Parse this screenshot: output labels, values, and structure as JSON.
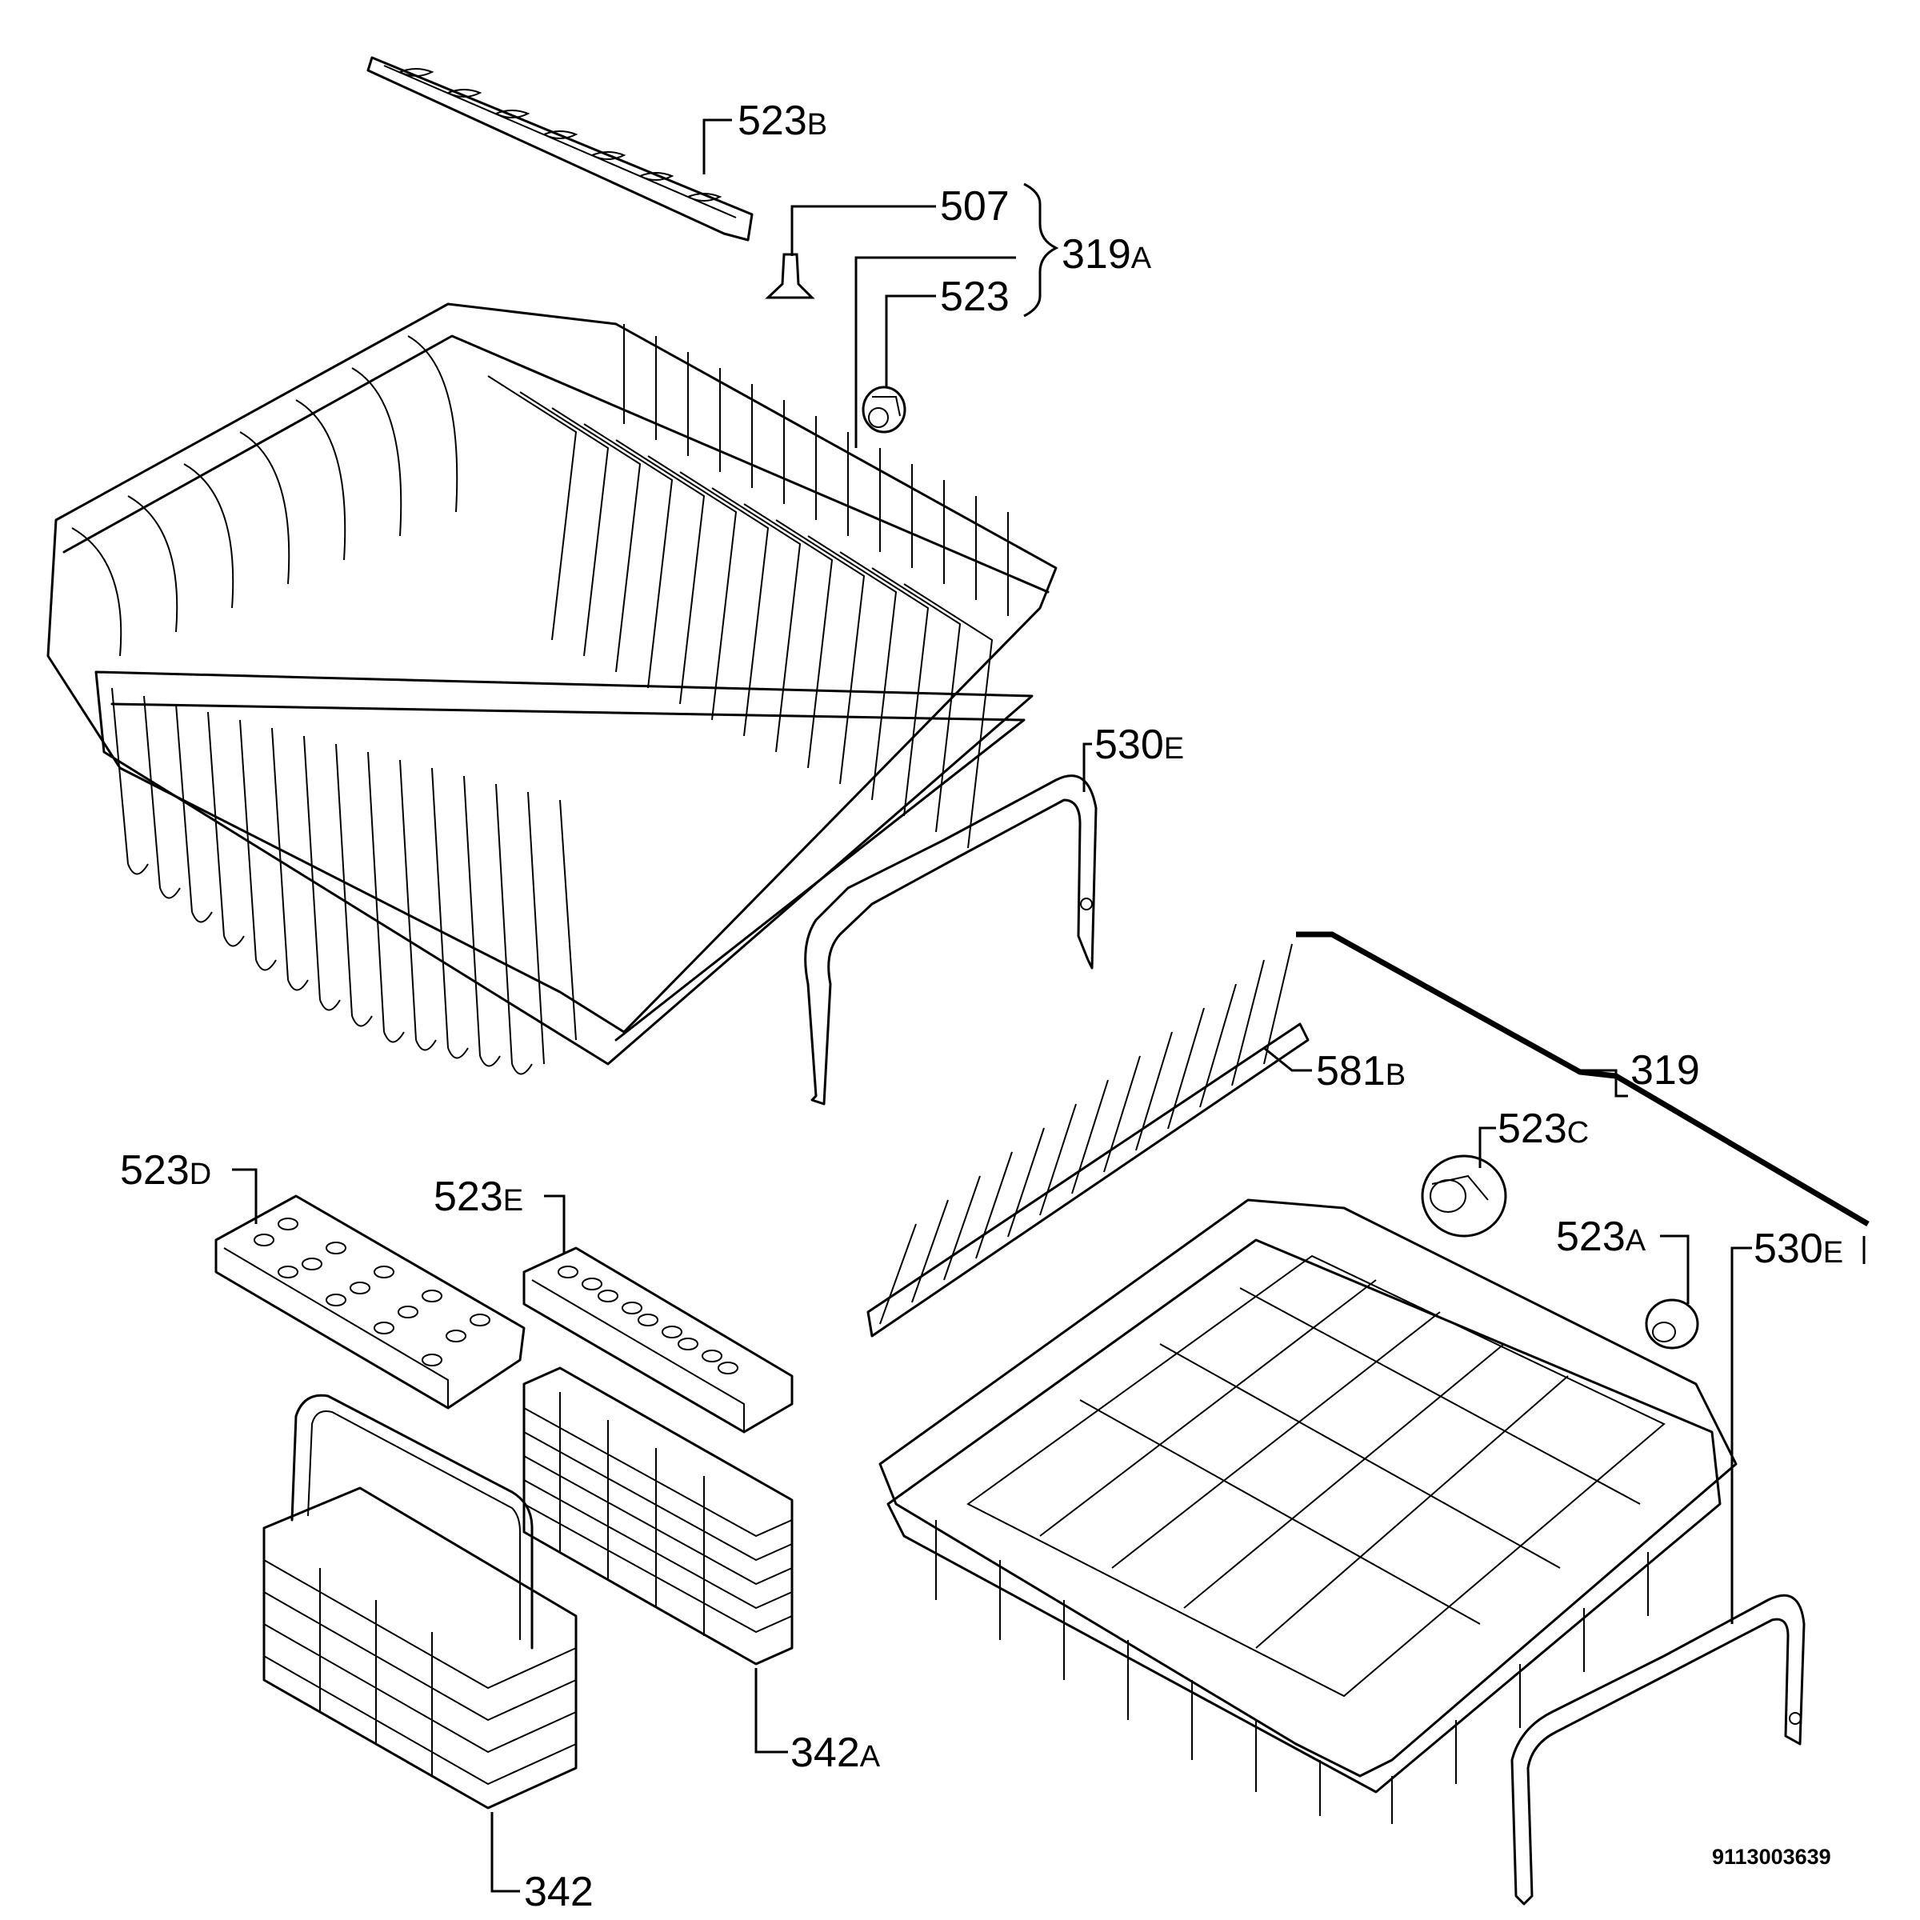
{
  "callouts": [
    {
      "id": "523B",
      "num": "523",
      "suffix": "B"
    },
    {
      "id": "507",
      "num": "507",
      "suffix": ""
    },
    {
      "id": "319A",
      "num": "319",
      "suffix": "A"
    },
    {
      "id": "523",
      "num": "523",
      "suffix": ""
    },
    {
      "id": "530E-upper",
      "num": "530",
      "suffix": "E"
    },
    {
      "id": "581B",
      "num": "581",
      "suffix": "B"
    },
    {
      "id": "319",
      "num": "319",
      "suffix": ""
    },
    {
      "id": "523C",
      "num": "523",
      "suffix": "C"
    },
    {
      "id": "523A",
      "num": "523",
      "suffix": "A"
    },
    {
      "id": "530E-lower",
      "num": "530",
      "suffix": "E"
    },
    {
      "id": "523D",
      "num": "523",
      "suffix": "D"
    },
    {
      "id": "523E",
      "num": "523",
      "suffix": "E"
    },
    {
      "id": "342A",
      "num": "342",
      "suffix": "A"
    },
    {
      "id": "342",
      "num": "342",
      "suffix": ""
    }
  ],
  "document_number": "9113003639"
}
